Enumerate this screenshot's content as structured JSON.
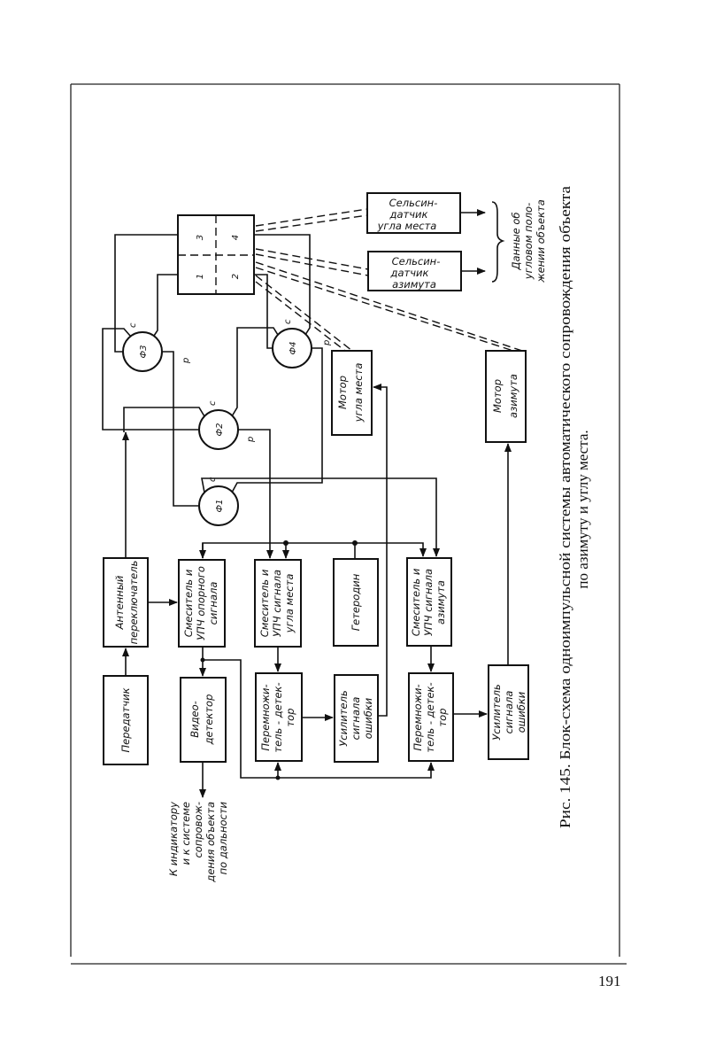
{
  "page_number": "191",
  "caption": {
    "line1": "Рис. 145. Блок-схема одноимпульсной системы автоматического сопровождения объекта",
    "line2": "по азимуту и углу места."
  },
  "blocks": {
    "transmitter": [
      "Передатчик"
    ],
    "antenna_switch": [
      "Антенный",
      "переключатель"
    ],
    "mixer_ref": [
      "Смеситель и",
      "УПЧ опорного",
      "сигнала"
    ],
    "mixer_elev": [
      "Смеситель и",
      "УПЧ сигнала",
      "угла места"
    ],
    "heterodyne": [
      "Гетеродин"
    ],
    "mixer_az": [
      "Смеситель и",
      "УПЧ сигнала",
      "азимута"
    ],
    "video_detector": [
      "Видео-",
      "детектор"
    ],
    "multiplier_elev": [
      "Перемножи-",
      "тель - детек-",
      "тор"
    ],
    "error_amp_elev": [
      "Усилитель",
      "сигнала",
      "ошибки"
    ],
    "multiplier_az": [
      "Перемножи-",
      "тель - детек-",
      "тор"
    ],
    "error_amp_az": [
      "Усилитель",
      "сигнала",
      "ошибки"
    ],
    "motor_elev": [
      "Мотор",
      "угла места"
    ],
    "motor_az": [
      "Мотор",
      "азимута"
    ],
    "selsyn_elev": [
      "Сельсин-",
      "датчик",
      "угла места"
    ],
    "selsyn_az": [
      "Сельсин-",
      "датчик",
      "азимута"
    ]
  },
  "phase_shifters": {
    "f1": "Ф1",
    "f2": "Ф2",
    "f3": "Ф3",
    "f4": "Ф4",
    "terminal_c": "с",
    "terminal_p": "р"
  },
  "antenna_quadrants": [
    "1",
    "2",
    "3",
    "4"
  ],
  "notes": {
    "output_range": [
      "К индикатору",
      "и к системе",
      "сопровож-",
      "дения объекта",
      "по дальности"
    ],
    "angle_data": [
      "Данные об",
      "угловом поло-",
      "жении объекта"
    ]
  }
}
